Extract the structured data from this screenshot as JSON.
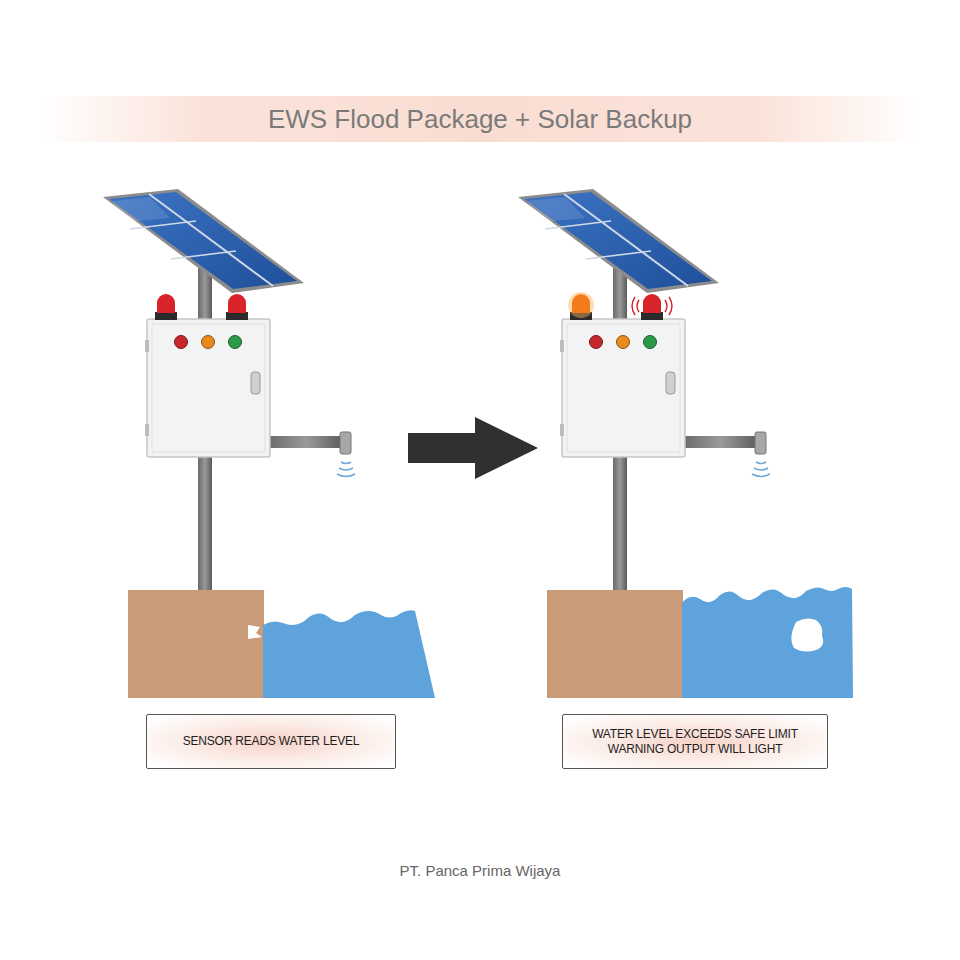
{
  "diagram": {
    "title": "EWS Flood Package + Solar Backup",
    "caption": "PT. Panca Prima Wijaya",
    "nodes": [
      {
        "text": [
          "SENSOR READS WATER LEVEL"
        ]
      },
      {
        "text": [
          "WATER LEVEL EXCEEDS SAFE LIMIT WARNING OUTPUT WILL LIGHT"
        ]
      }
    ]
  }
}
